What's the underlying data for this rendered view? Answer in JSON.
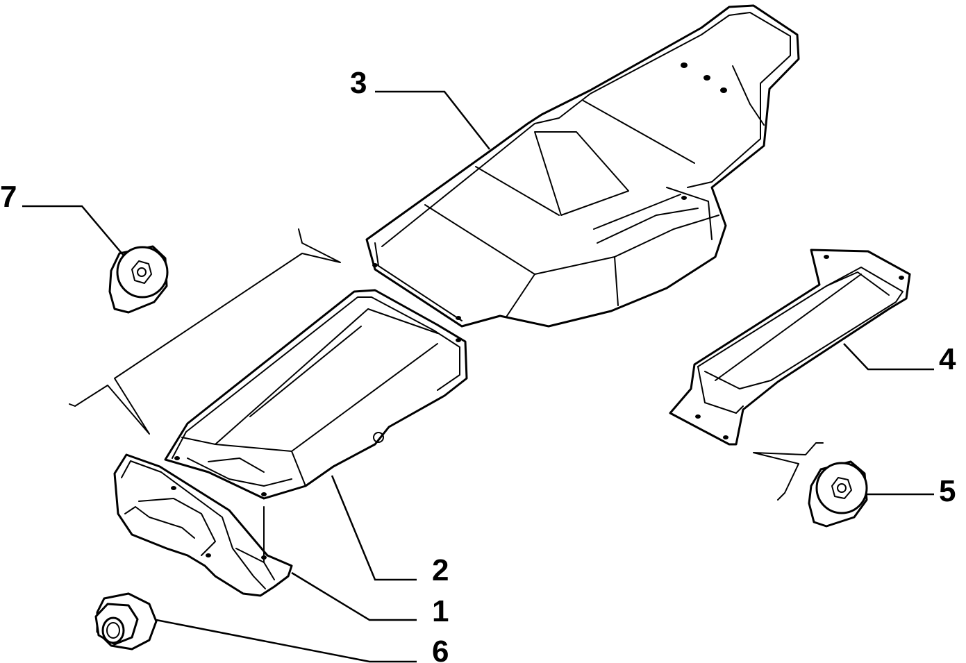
{
  "callouts": {
    "c1": "1",
    "c2": "2",
    "c3": "3",
    "c4": "4",
    "c5": "5",
    "c6": "6",
    "c7": "7"
  },
  "colors": {
    "ink": "#000000",
    "background": "#ffffff"
  }
}
